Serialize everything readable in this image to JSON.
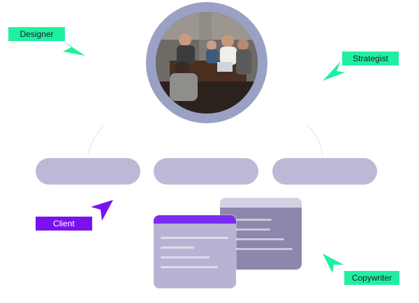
{
  "tags": {
    "designer": "Designer",
    "strategist": "Strategist",
    "client": "Client",
    "copywriter": "Copywriter"
  },
  "colors": {
    "green": "#1ff0a0",
    "purple": "#7a12ee",
    "pill": "#bcb8d6",
    "ring": "#9aa1c4",
    "card_back": "#8e86ad",
    "card_front": "#b9b3d3"
  },
  "icons": {
    "designer_cursor": "cursor-arrow-icon",
    "strategist_cursor": "cursor-arrow-icon",
    "client_cursor": "cursor-arrow-icon",
    "copywriter_cursor": "cursor-arrow-icon"
  }
}
